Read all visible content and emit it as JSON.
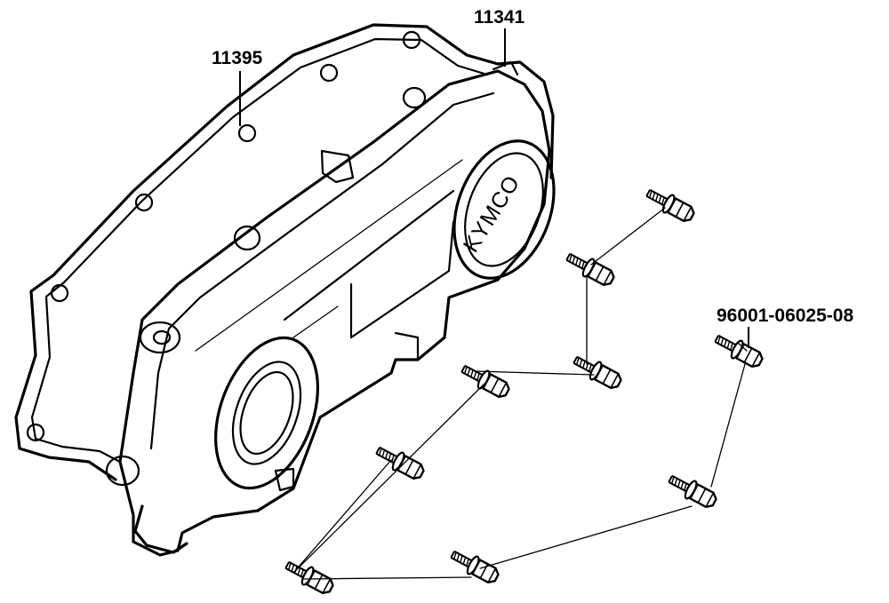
{
  "part_labels": {
    "gasket": "11395",
    "cover": "11341",
    "bolt": "96001-06025-08"
  },
  "logo": {
    "text": "KYMCO"
  }
}
